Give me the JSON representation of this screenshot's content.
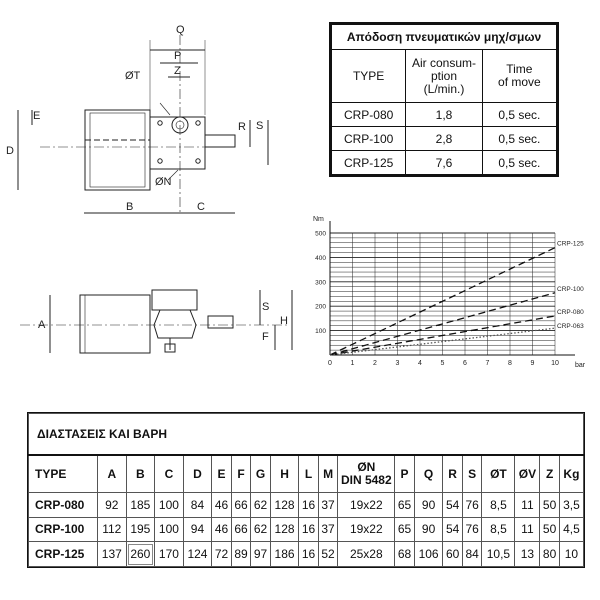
{
  "drawing_top": {
    "labels": [
      "Q",
      "P",
      "ØT",
      "Z",
      "E",
      "D",
      "R",
      "S",
      "ØN",
      "B",
      "C"
    ]
  },
  "drawing_bottom": {
    "labels": [
      "A",
      "S",
      "F",
      "H"
    ]
  },
  "performance_table": {
    "title": "Απόδοση πνευματικών μηχ/σμων",
    "headers": [
      "TYPE",
      "Air consum-\nption\n(L/min.)",
      "Time\nof move"
    ],
    "rows": [
      [
        "CRP-080",
        "1,8",
        "0,5 sec."
      ],
      [
        "CRP-100",
        "2,8",
        "0,5 sec."
      ],
      [
        "CRP-125",
        "7,6",
        "0,5 sec."
      ]
    ]
  },
  "chart_data": {
    "type": "line",
    "title": "",
    "xlabel": "bar",
    "ylabel": "Nm",
    "xlim": [
      0,
      10
    ],
    "ylim": [
      0,
      500
    ],
    "x_ticks": [
      "0",
      "1",
      "2",
      "3",
      "4",
      "5",
      "6",
      "7",
      "8",
      "9",
      "10"
    ],
    "y_ticks": [
      "100",
      "200",
      "300",
      "400",
      "500"
    ],
    "y_tick_values": [
      100,
      200,
      300,
      400,
      500
    ],
    "grid": true,
    "series": [
      {
        "name": "CRP-125",
        "x": [
          0,
          10
        ],
        "y": [
          0,
          440
        ],
        "style": "dashed",
        "color": "#111111"
      },
      {
        "name": "CRP-100",
        "x": [
          0,
          10
        ],
        "y": [
          0,
          255
        ],
        "style": "dashed",
        "color": "#111111"
      },
      {
        "name": "CRP-080",
        "x": [
          0,
          10
        ],
        "y": [
          0,
          160
        ],
        "style": "dashed",
        "color": "#111111"
      },
      {
        "name": "CRP-063",
        "x": [
          0,
          10
        ],
        "y": [
          0,
          110
        ],
        "style": "dotted",
        "color": "#555555"
      }
    ]
  },
  "dimension_table": {
    "title": "ΔΙΑΣΤΑΣΕΙΣ ΚΑΙ ΒΑΡΗ",
    "headers": [
      "TYPE",
      "A",
      "B",
      "C",
      "D",
      "E",
      "F",
      "G",
      "H",
      "L",
      "M",
      "ØN\nDIN 5482",
      "P",
      "Q",
      "R",
      "S",
      "ØT",
      "ØV",
      "Z",
      "Kg"
    ],
    "rows": [
      [
        "CRP-080",
        "92",
        "185",
        "100",
        "84",
        "46",
        "66",
        "62",
        "128",
        "16",
        "37",
        "19x22",
        "65",
        "90",
        "54",
        "76",
        "8,5",
        "11",
        "50",
        "3,5"
      ],
      [
        "CRP-100",
        "112",
        "195",
        "100",
        "94",
        "46",
        "66",
        "62",
        "128",
        "16",
        "37",
        "19x22",
        "65",
        "90",
        "54",
        "76",
        "8,5",
        "11",
        "50",
        "4,5"
      ],
      [
        "CRP-125",
        "137",
        "260",
        "170",
        "124",
        "72",
        "89",
        "97",
        "186",
        "16",
        "52",
        "25x28",
        "68",
        "106",
        "60",
        "84",
        "10,5",
        "13",
        "80",
        "10"
      ]
    ]
  }
}
